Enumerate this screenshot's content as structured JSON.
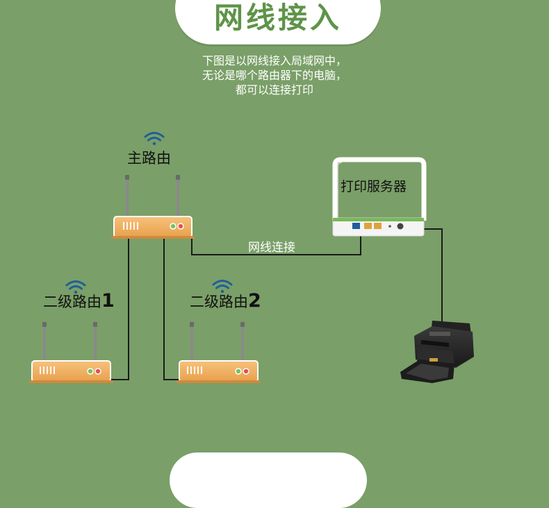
{
  "header": {
    "title": "网线接入"
  },
  "description": {
    "lines": [
      "下图是以网线接入局域网中，",
      "无论是哪个路由器下的电脑，",
      "都可以连接打印"
    ]
  },
  "main_router": {
    "label": "主路由"
  },
  "secondary_router_1": {
    "label": "二级路由",
    "number": "1"
  },
  "secondary_router_2": {
    "label": "二级路由",
    "number": "2"
  },
  "print_server": {
    "label": "打印服务器"
  },
  "connection": {
    "label": "网线连接"
  },
  "colors": {
    "background": "#7a9f68",
    "title": "#5e9448",
    "router_body": "#f0b060",
    "wifi": "#1e5f9a",
    "cable": "#1a1a1a"
  }
}
